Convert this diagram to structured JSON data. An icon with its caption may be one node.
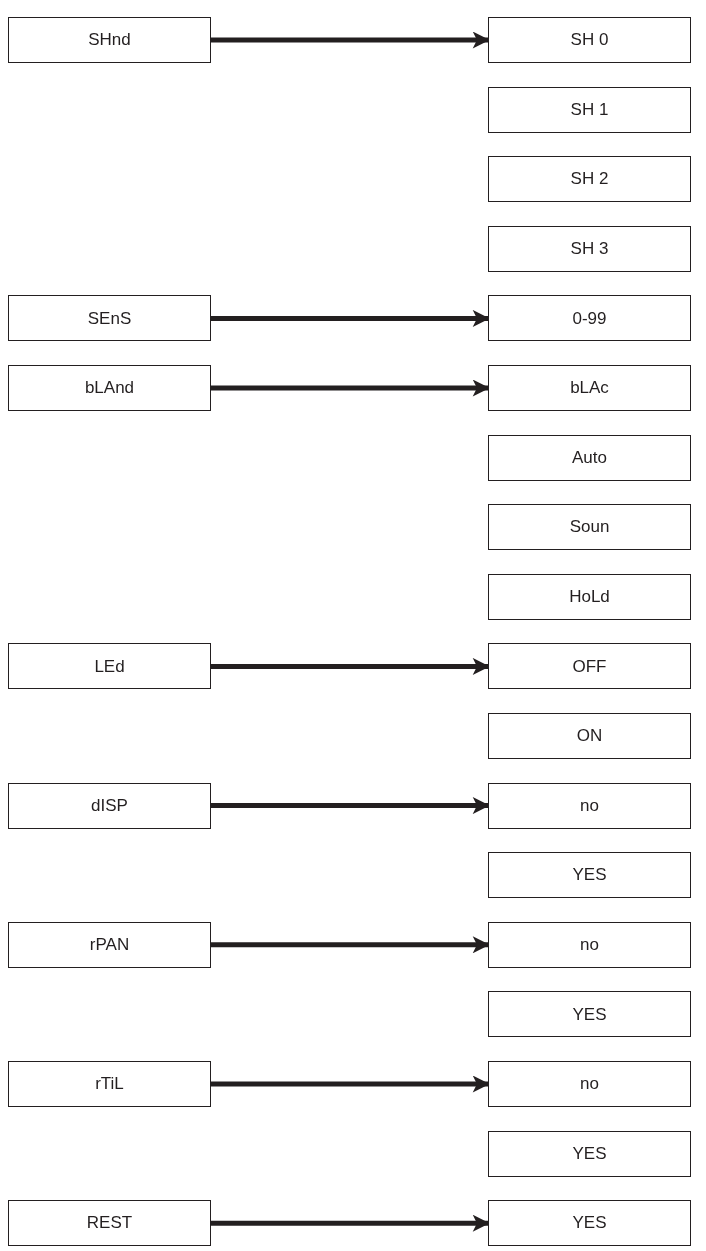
{
  "diagram": {
    "nodes": [
      {
        "text": [
          "SHnd"
        ]
      },
      {
        "text": [
          "SH 0"
        ]
      },
      {
        "text": [
          "SH 1"
        ]
      },
      {
        "text": [
          "SH 2"
        ]
      },
      {
        "text": [
          "SH 3"
        ]
      },
      {
        "text": [
          "SEnS"
        ]
      },
      {
        "text": [
          "0-99"
        ]
      },
      {
        "text": [
          "bLAnd"
        ]
      },
      {
        "text": [
          "bLAc"
        ]
      },
      {
        "text": [
          "Auto"
        ]
      },
      {
        "text": [
          "Soun"
        ]
      },
      {
        "text": [
          "HoLd"
        ]
      },
      {
        "text": [
          "LEd"
        ]
      },
      {
        "text": [
          "OFF"
        ]
      },
      {
        "text": [
          "ON"
        ]
      },
      {
        "text": [
          "dISP"
        ]
      },
      {
        "text": [
          "no"
        ]
      },
      {
        "text": [
          "YES"
        ]
      },
      {
        "text": [
          "rPAN"
        ]
      },
      {
        "text": [
          "no"
        ]
      },
      {
        "text": [
          "YES"
        ]
      },
      {
        "text": [
          "rTiL"
        ]
      },
      {
        "text": [
          "no"
        ]
      },
      {
        "text": [
          "YES"
        ]
      },
      {
        "text": [
          "REST"
        ]
      },
      {
        "text": [
          "YES"
        ]
      }
    ],
    "edges": [
      {
        "from": 0,
        "to": 1,
        "arrow": "to"
      },
      {
        "from": 5,
        "to": 6,
        "arrow": "to"
      },
      {
        "from": 7,
        "to": 8,
        "arrow": "to"
      },
      {
        "from": 12,
        "to": 13,
        "arrow": "to"
      },
      {
        "from": 15,
        "to": 16,
        "arrow": "to"
      },
      {
        "from": 18,
        "to": 19,
        "arrow": "to"
      },
      {
        "from": 21,
        "to": 22,
        "arrow": "to"
      },
      {
        "from": 24,
        "to": 25,
        "arrow": "to"
      }
    ]
  }
}
